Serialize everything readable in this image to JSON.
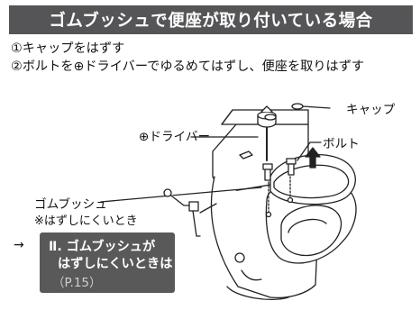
{
  "title": "ゴムブッシュで便座が取り付いている場合",
  "steps": [
    "①キャップをはずす",
    "②ボルトを⊕ドライバーでゆるめてはずし、便座を取りはずす"
  ],
  "labels": {
    "cap": "キャップ",
    "screwdriver": "ドライバー",
    "screwdriver_symbol": "⊕",
    "bolt": "ボルト",
    "rubber_bush": "ゴムブッシュ",
    "hard_note": "※はずしにくいとき"
  },
  "callout": {
    "arrow": "→",
    "line1": "Ⅱ. ゴムブッシュが",
    "line2": "はずしにくいときは",
    "line3": "（P.15）"
  },
  "colors": {
    "title_bg": "#555557",
    "callout_bg": "#595959",
    "line": "#222222"
  }
}
